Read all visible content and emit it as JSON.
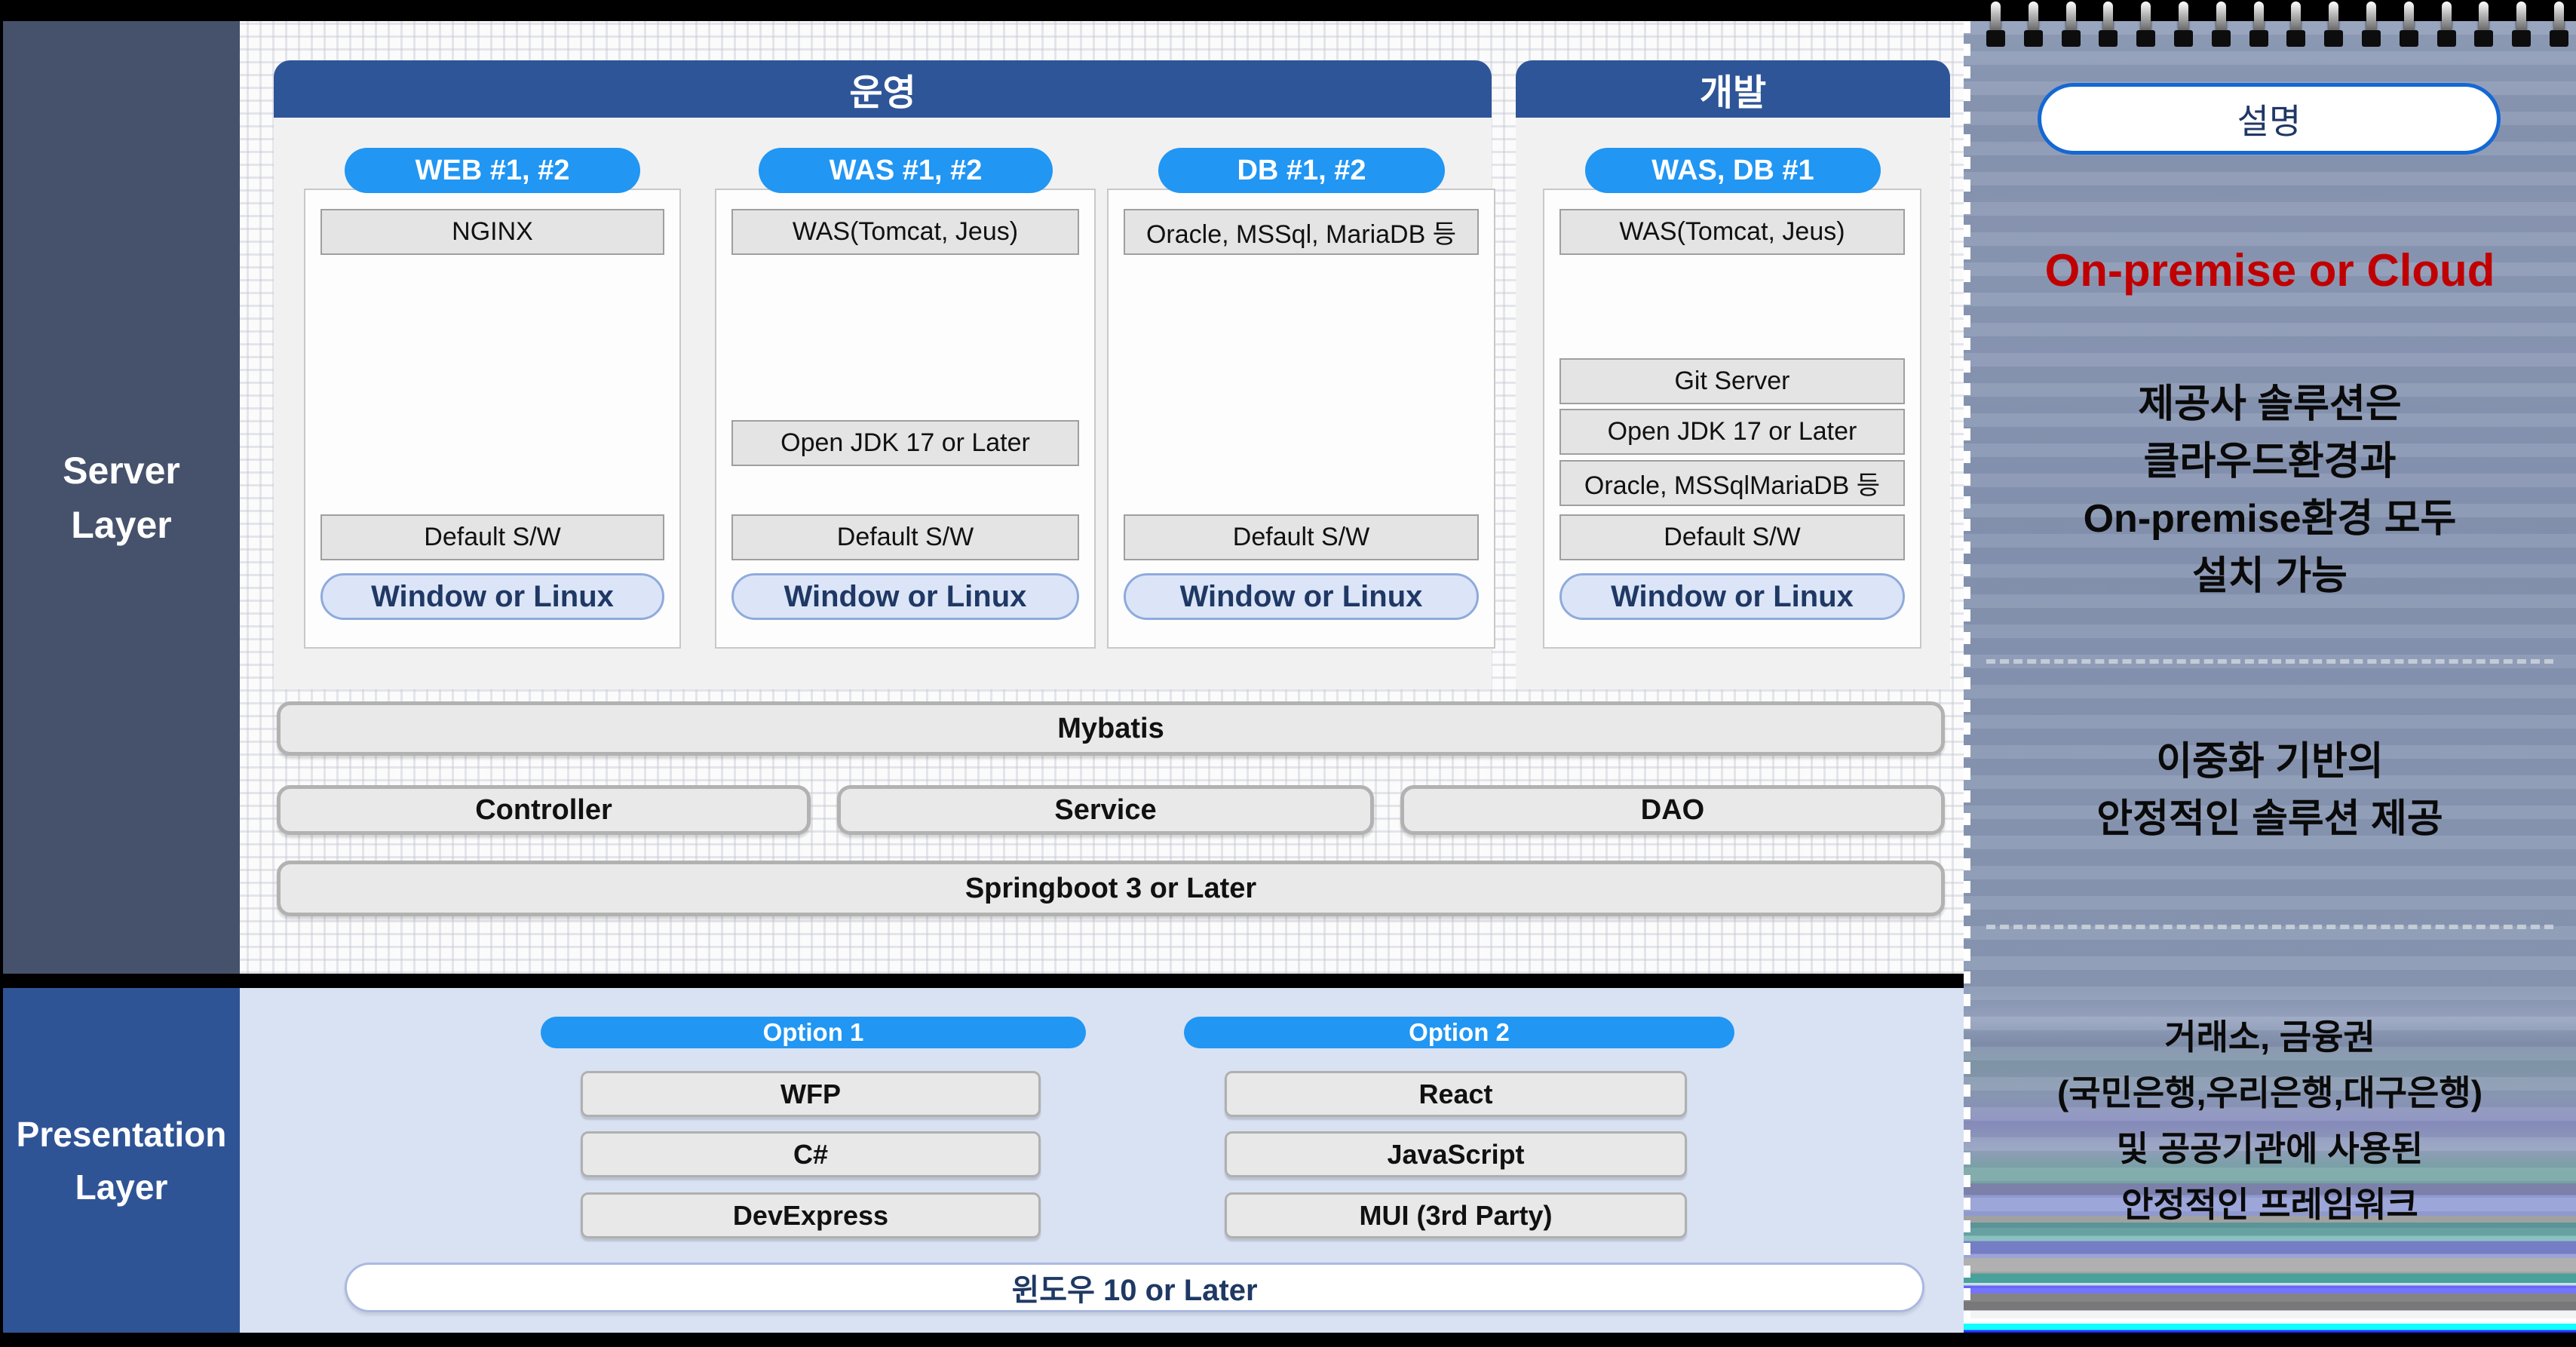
{
  "colors": {
    "header_blue": "#2e5597",
    "accent_blue": "#2196f3",
    "server_sidebar": "#46526b",
    "presentation_sidebar": "#2f5496",
    "presentation_bg": "#d9e2f3",
    "os_pill_bg": "#dbe5f7",
    "os_pill_border": "#8faadc",
    "navy_text": "#1f3864",
    "highlight_red": "#c00000"
  },
  "server_section": {
    "sidebar_title_line1": "Server",
    "sidebar_title_line2": "Layer",
    "groups": [
      {
        "title": "운영",
        "columns": [
          {
            "pill": "WEB #1, #2",
            "top_box": "NGINX",
            "default_box": "Default S/W",
            "os_pill": "Window or Linux"
          },
          {
            "pill": "WAS #1, #2",
            "top_box": "WAS(Tomcat, Jeus)",
            "jdk_box": "Open JDK 17 or Later",
            "default_box": "Default S/W",
            "os_pill": "Window or Linux"
          },
          {
            "pill": "DB #1, #2",
            "top_box": "Oracle, MSSql, MariaDB 등",
            "default_box": "Default S/W",
            "os_pill": "Window or Linux"
          }
        ]
      },
      {
        "title": "개발",
        "columns": [
          {
            "pill": "WAS, DB #1",
            "top_box": "WAS(Tomcat, Jeus)",
            "git_box": "Git Server",
            "jdk_box": "Open JDK 17 or Later",
            "db_box": "Oracle, MSSqlMariaDB 등",
            "default_box": "Default S/W",
            "os_pill": "Window or Linux"
          }
        ]
      }
    ],
    "framework": {
      "orm": "Mybatis",
      "mvc": [
        "Controller",
        "Service",
        "DAO"
      ],
      "base": "Springboot 3 or Later"
    }
  },
  "presentation_section": {
    "sidebar_title_line1": "Presentation",
    "sidebar_title_line2": "Layer",
    "options": [
      {
        "pill": "Option 1",
        "boxes": [
          "WFP",
          "C#",
          "DevExpress"
        ]
      },
      {
        "pill": "Option 2",
        "boxes": [
          "React",
          "JavaScript",
          "MUI (3rd Party)"
        ]
      }
    ],
    "os_pill": "윈도우 10  or Later"
  },
  "notes_panel": {
    "title": "설명",
    "highlight": "On-premise or Cloud",
    "blocks": [
      {
        "lines": [
          "제공사 솔루션은",
          "클라우드환경과",
          "On-premise환경 모두",
          "설치 가능"
        ]
      },
      {
        "lines": [
          "이중화 기반의",
          "안정적인 솔루션 제공"
        ]
      },
      {
        "lines": [
          "거래소, 금융권",
          "(국민은행,우리은행,대구은행)",
          "및 공공기관에 사용된",
          "안정적인 프레임워크"
        ]
      }
    ]
  }
}
